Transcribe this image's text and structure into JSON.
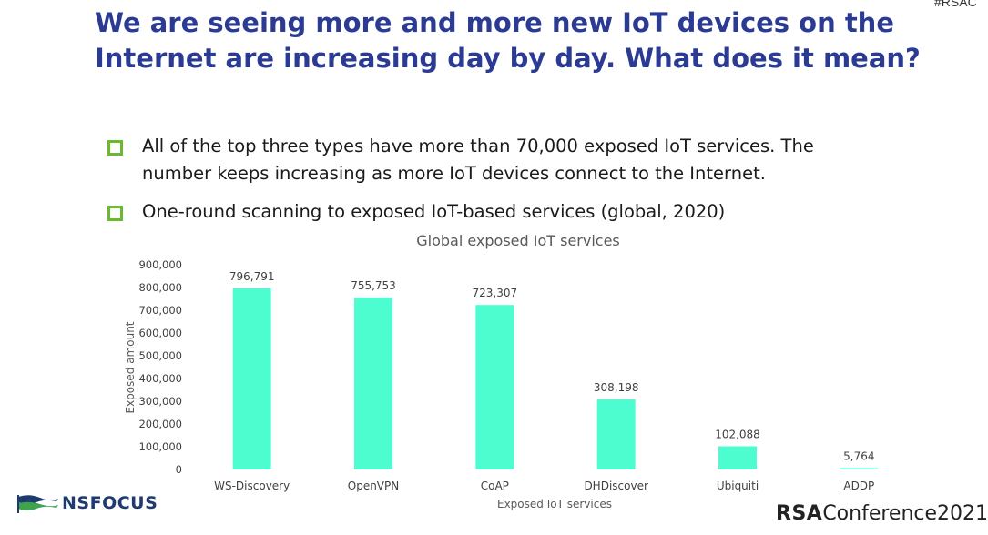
{
  "hashtag": "#RSAC",
  "slide": {
    "title_lines": [
      "We are seeing more and more new IoT devices on the",
      "Internet are increasing day by day. What does it mean?"
    ],
    "bullets": [
      {
        "lines": [
          "All of the top three types have more than 70,000 exposed IoT services. The",
          "number keeps increasing as more IoT devices connect to the Internet."
        ]
      },
      {
        "lines": [
          "One-round scanning to exposed IoT-based services (global, 2020)"
        ]
      }
    ]
  },
  "chart_data": {
    "type": "bar",
    "title": "Global exposed IoT services",
    "xlabel": "Exposed IoT services",
    "ylabel": "Exposed amount",
    "categories": [
      "WS-Discovery",
      "OpenVPN",
      "CoAP",
      "DHDiscover",
      "Ubiquiti",
      "ADDP"
    ],
    "values": [
      796791,
      755753,
      723307,
      308198,
      102088,
      5764
    ],
    "data_labels": [
      "796,791",
      "755,753",
      "723,307",
      "308,198",
      "102,088",
      "5,764"
    ],
    "ylim": [
      0,
      900000
    ],
    "yticks": [
      0,
      100000,
      200000,
      300000,
      400000,
      500000,
      600000,
      700000,
      800000,
      900000
    ],
    "ytick_labels": [
      "0",
      "100,000",
      "200,000",
      "300,000",
      "400,000",
      "500,000",
      "600,000",
      "700,000",
      "800,000",
      "900,000"
    ],
    "grid": false,
    "legend": "none",
    "bar_color": "#4dfdd0"
  },
  "logos": {
    "left": "NSFOCUS",
    "right_bold": "RSA",
    "right_rest": "Conference2021"
  },
  "colors": {
    "title": "#2b3a93",
    "bullet_marker": "#6ab92e",
    "bar": "#4dfdd0"
  }
}
